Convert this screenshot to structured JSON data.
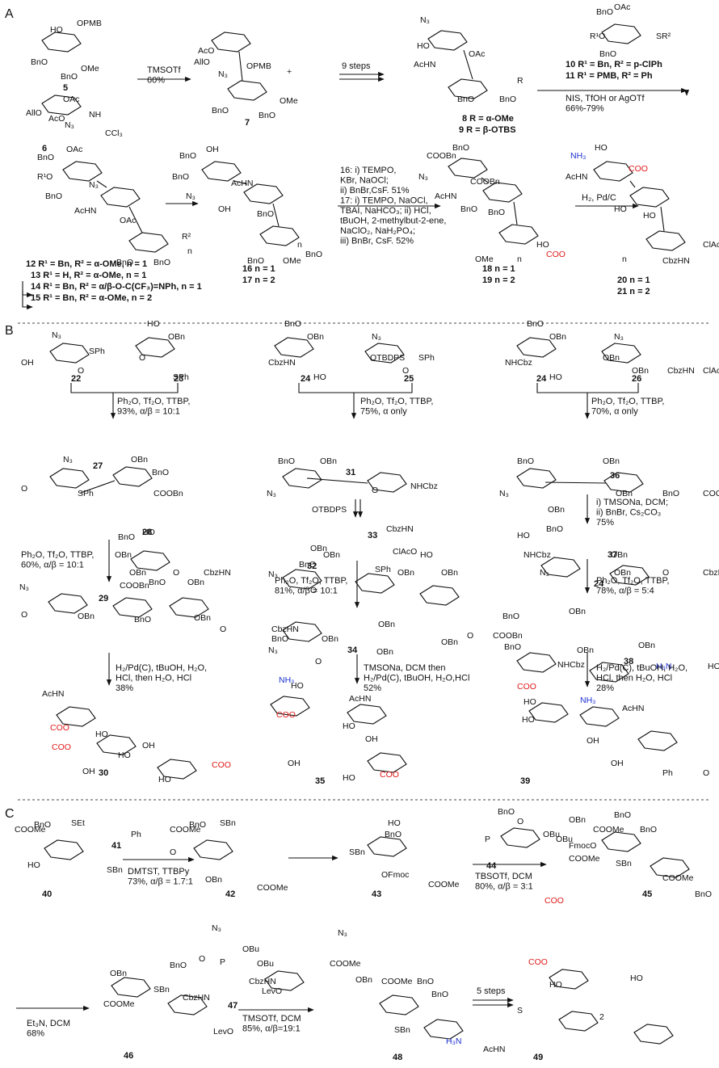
{
  "sections": [
    {
      "id": "A",
      "label": "A"
    },
    {
      "id": "B",
      "label": "B"
    },
    {
      "id": "C",
      "label": "C"
    }
  ],
  "compounds": [
    {
      "id": "c5",
      "label": "5"
    },
    {
      "id": "c6",
      "label": "6"
    },
    {
      "id": "c7",
      "label": "7"
    },
    {
      "id": "c8",
      "label": "8 R = α-OMe"
    },
    {
      "id": "c9",
      "label": "9 R = β-OTBS"
    },
    {
      "id": "c10",
      "label": "10 R¹ = Bn, R² = p-ClPh"
    },
    {
      "id": "c11",
      "label": "11 R¹ = PMB, R² = Ph"
    },
    {
      "id": "c12",
      "label": "12 R¹ = Bn, R² = α-OMe, n = 1"
    },
    {
      "id": "c13",
      "label": "13 R¹ = H, R² = α-OMe, n = 1"
    },
    {
      "id": "c14",
      "label": "14 R¹ = Bn, R² = α/β-O-C(CF₃)=NPh, n = 1"
    },
    {
      "id": "c15",
      "label": "15 R¹ = Bn, R² = α-OMe, n = 2"
    },
    {
      "id": "c16",
      "label": "16 n = 1"
    },
    {
      "id": "c17",
      "label": "17 n = 2"
    },
    {
      "id": "c18",
      "label": "18 n = 1"
    },
    {
      "id": "c19",
      "label": "19 n = 2"
    },
    {
      "id": "c20",
      "label": "20 n = 1"
    },
    {
      "id": "c21",
      "label": "21 n = 2"
    },
    {
      "id": "c22",
      "label": "22"
    },
    {
      "id": "c23",
      "label": "23"
    },
    {
      "id": "c24a",
      "label": "24"
    },
    {
      "id": "c25",
      "label": "25"
    },
    {
      "id": "c24b",
      "label": "24"
    },
    {
      "id": "c26",
      "label": "26"
    },
    {
      "id": "c27",
      "label": "27"
    },
    {
      "id": "c28",
      "label": "28"
    },
    {
      "id": "c29",
      "label": "29"
    },
    {
      "id": "c30",
      "label": "30"
    },
    {
      "id": "c31",
      "label": "31"
    },
    {
      "id": "c32",
      "label": "32"
    },
    {
      "id": "c33",
      "label": "33"
    },
    {
      "id": "c34",
      "label": "34"
    },
    {
      "id": "c35",
      "label": "35"
    },
    {
      "id": "c36",
      "label": "36"
    },
    {
      "id": "c37",
      "label": "37"
    },
    {
      "id": "c24c",
      "label": "24"
    },
    {
      "id": "c38",
      "label": "38"
    },
    {
      "id": "c39",
      "label": "39"
    },
    {
      "id": "c40",
      "label": "40"
    },
    {
      "id": "c41",
      "label": "41"
    },
    {
      "id": "c42",
      "label": "42"
    },
    {
      "id": "c43",
      "label": "43"
    },
    {
      "id": "c44",
      "label": "44"
    },
    {
      "id": "c45",
      "label": "45"
    },
    {
      "id": "c46",
      "label": "46"
    },
    {
      "id": "c47",
      "label": "47"
    },
    {
      "id": "c48",
      "label": "48"
    },
    {
      "id": "c49",
      "label": "49"
    }
  ],
  "conditions": [
    {
      "id": "a1",
      "lines": [
        "TMSOTf",
        "60%"
      ]
    },
    {
      "id": "a2",
      "lines": [
        "9 steps"
      ]
    },
    {
      "id": "a3",
      "lines": [
        "NIS, TfOH or AgOTf",
        "66%-79%"
      ]
    },
    {
      "id": "a4",
      "lines": [
        "16: i) TEMPO,",
        "KBr, NaOCl;",
        "ii) BnBr,CsF. 51%",
        "17: i) TEMPO, NaOCl,",
        "TBAI, NaHCO₃; ii) HCl,",
        "tBuOH, 2-methylbut-2-ene,",
        "NaClO₂, NaH₂PO₄;",
        "iii) BnBr, CsF. 52%"
      ]
    },
    {
      "id": "a5",
      "lines": [
        "H₂, Pd/C"
      ]
    },
    {
      "id": "b1",
      "lines": [
        "Ph₂O, Tf₂O, TTBP,",
        "93%, α/β = 10:1"
      ]
    },
    {
      "id": "b2",
      "lines": [
        "Ph₂O, Tf₂O, TTBP,",
        "75%, α only"
      ]
    },
    {
      "id": "b3",
      "lines": [
        "Ph₂O, Tf₂O, TTBP,",
        "70%, α only"
      ]
    },
    {
      "id": "b4",
      "lines": [
        "Ph₂O, Tf₂O, TTBP,",
        "60%, α/β = 10:1"
      ]
    },
    {
      "id": "b5",
      "lines": [
        "i) TMSONa, DCM;",
        "ii) BnBr, Cs₂CO₃",
        "75%"
      ]
    },
    {
      "id": "b6",
      "lines": [
        "Ph₂O, Tf₂O, TTBP,",
        "81%, α/β = 10:1"
      ]
    },
    {
      "id": "b7",
      "lines": [
        "Ph₂O, Tf₂O, TTBP,",
        "78%, α/β = 5:4"
      ]
    },
    {
      "id": "b8",
      "lines": [
        "H₂/Pd(C), tBuOH, H₂O,",
        "HCl, then H₂O, HCl",
        "38%"
      ]
    },
    {
      "id": "b9",
      "lines": [
        "TMSONa, DCM then",
        "H₂/Pd(C), tBuOH, H₂O,HCl",
        "52%"
      ]
    },
    {
      "id": "b10",
      "lines": [
        "H₂/Pd(C), tBuOH, H₂O,",
        "HCl, then H₂O, HCl",
        "28%"
      ]
    },
    {
      "id": "c1",
      "lines": [
        "DMTST, TTBPy",
        "73%, α/β = 1.7:1"
      ]
    },
    {
      "id": "c2",
      "lines": [
        "TBSOTf, DCM",
        "80%, α/β = 3:1"
      ]
    },
    {
      "id": "c3",
      "lines": [
        "Et₃N, DCM",
        "68%"
      ]
    },
    {
      "id": "c4",
      "lines": [
        "TMSOTf, DCM",
        "85%, α/β=19:1"
      ]
    },
    {
      "id": "c5",
      "lines": [
        "5 steps"
      ]
    }
  ],
  "fragments": [
    "HO",
    "OPMB",
    "BnO",
    "BnO",
    "OMe",
    "OAc",
    "AllO",
    "AcO",
    "N₃",
    "NH",
    "CCl₃",
    "AcO",
    "AllO",
    "N₃",
    "OPMB",
    "BnO",
    "BnO",
    "OMe",
    "+",
    "N₃",
    "HO",
    "AcHN",
    "OAc",
    "BnO",
    "BnO",
    "R",
    "BnO",
    "OAc",
    "R¹O",
    "BnO",
    "SR²",
    "BnO",
    "OAc",
    "R¹O",
    "BnO",
    "N₃",
    "AcHN",
    "OAc",
    "BnO",
    "BnO",
    "R²",
    "n",
    "BnO",
    "OH",
    "BnO",
    "N₃",
    "AcHN",
    "OH",
    "BnO",
    "BnO",
    "OMe",
    "n",
    "BnO",
    "COOBn",
    "BnO",
    "N₃",
    "AcHN",
    "COOBn",
    "BnO",
    "BnO",
    "OMe",
    "n",
    "HO",
    "COO",
    "NH₃",
    "HO",
    "AcHN",
    "COO",
    "HO",
    "HO",
    "n",
    "CbzHN",
    "ClAcO",
    "N₃",
    "OH",
    "O",
    "SPh",
    "HO",
    "OBn",
    "O",
    "SPh",
    "BnO",
    "OBn",
    "CbzHN",
    "HO",
    "N₃",
    "OTBDPS",
    "O",
    "SPh",
    "BnO",
    "OBn",
    "NHCbz",
    "HO",
    "N₃",
    "OBn",
    "OBn",
    "CbzHN",
    "ClAcO",
    "N₃",
    "O",
    "SPh",
    "OBn",
    "BnO",
    "COOBn",
    "HO",
    "BnO",
    "OBn",
    "OBn",
    "O",
    "CbzHN",
    "BnO",
    "OBn",
    "N₃",
    "OTBDPS",
    "O",
    "NHCbz",
    "BnO",
    "OBn",
    "N₃",
    "OBn",
    "OBn",
    "BnO",
    "COOBn",
    "HO",
    "BnO",
    "NHCbz",
    "N₃",
    "OBn",
    "OBn",
    "O",
    "CbzHN",
    "BnO",
    "OBn",
    "N₃",
    "O",
    "SPh",
    "OBn",
    "HO",
    "OBn",
    "OBn",
    "CbzHN",
    "ClAcO",
    "N₃",
    "O",
    "OBn",
    "COOBn",
    "BnO",
    "BnO",
    "OBn",
    "OBn",
    "O",
    "CbzHN",
    "BnO",
    "OBn",
    "N₃",
    "O",
    "OBn",
    "OBn",
    "OBn",
    "O",
    "COOBn",
    "BnO",
    "OBn",
    "BnO",
    "NHCbz",
    "OBn",
    "OBn",
    "H₃N",
    "HO",
    "AcHN",
    "COO",
    "COO",
    "HO",
    "HO",
    "OH",
    "OH",
    "HO",
    "COO",
    "NH₃",
    "HO",
    "AcHN",
    "COO",
    "HO",
    "OH",
    "OH",
    "HO",
    "COO",
    "COO",
    "HO",
    "NH₃",
    "HO",
    "AcHN",
    "OH",
    "OH",
    "Ph",
    "O",
    "COOMe",
    "BnO",
    "SEt",
    "HO",
    "SBn",
    "Ph",
    "O",
    "COOMe",
    "BnO",
    "SBn",
    "OBn",
    "COOMe",
    "HO",
    "BnO",
    "SBn",
    "OFmoc",
    "COOMe",
    "BnO",
    "O",
    "P",
    "OBu",
    "OBu",
    "FmocO",
    "COOMe",
    "OBn",
    "COOMe",
    "BnO",
    "BnO",
    "SBn",
    "COOMe",
    "BnO",
    "OBn",
    "COOMe",
    "BnO",
    "SBn",
    "CbzHN",
    "LevO",
    "N₃",
    "O",
    "P",
    "OBu",
    "OBu",
    "CbzHN",
    "LevO",
    "N₃",
    "COOMe",
    "OBn",
    "COOMe",
    "BnO",
    "BnO",
    "SBn",
    "H₃N",
    "AcHN",
    "COO",
    "COO",
    "HO",
    "HO",
    "S",
    "2"
  ]
}
